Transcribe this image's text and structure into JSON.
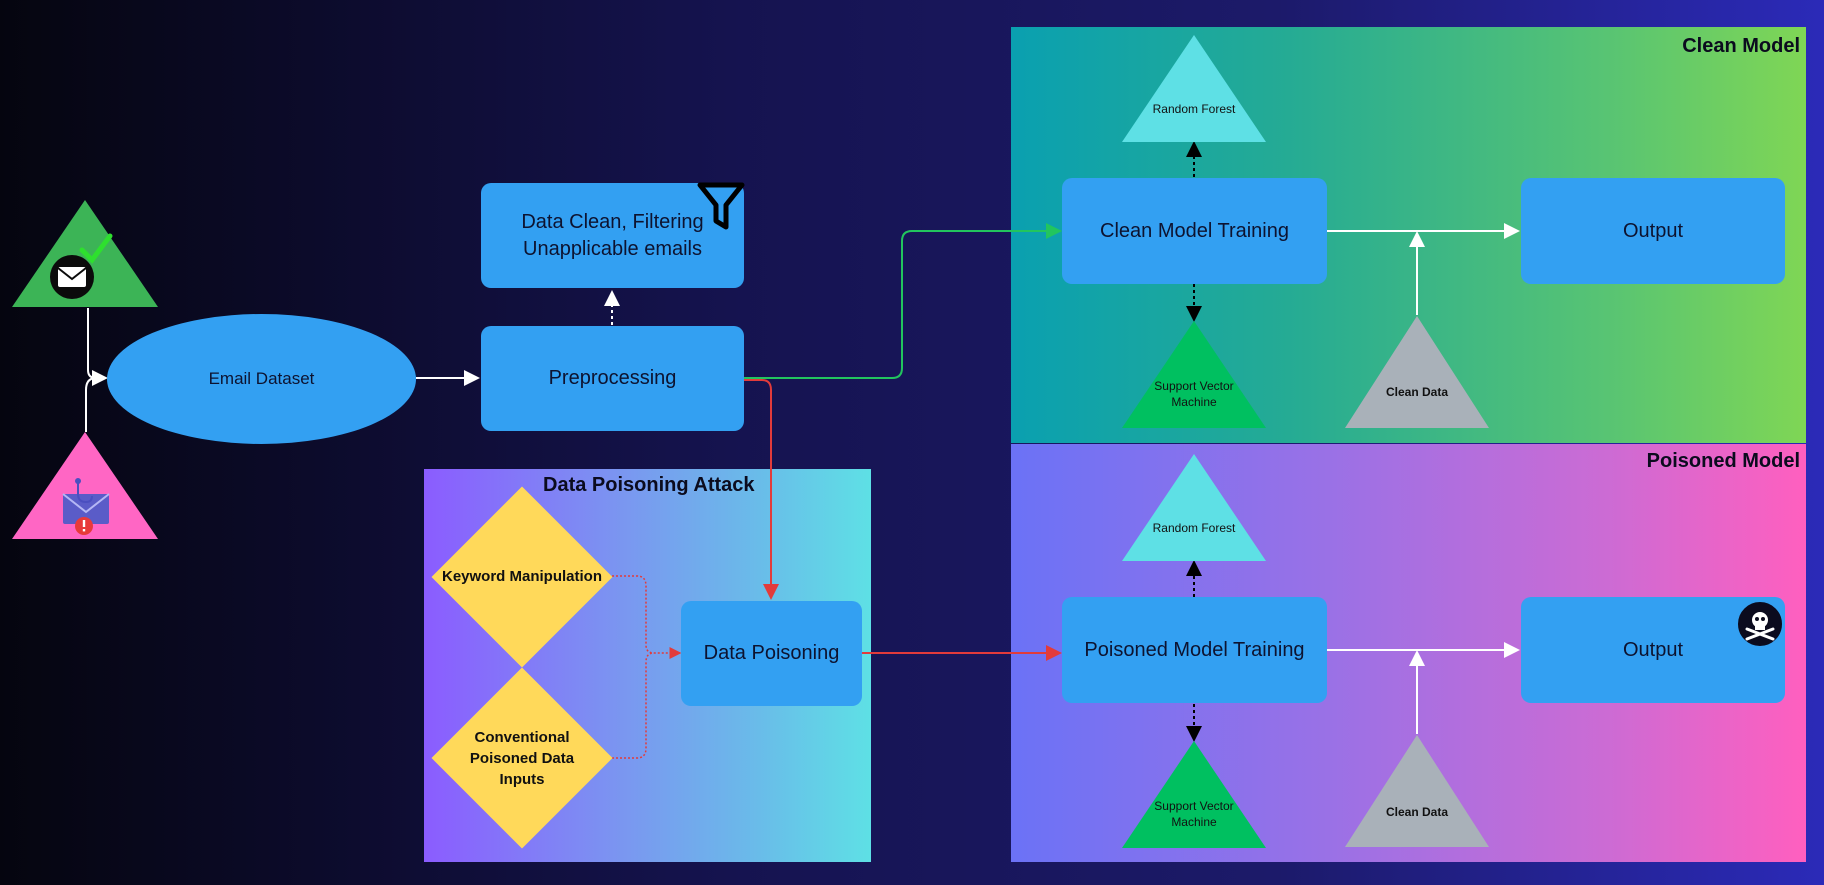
{
  "panels": {
    "clean_title": "Clean Model",
    "poisoned_title": "Poisoned Model",
    "attack_title": "Data Poisoning Attack"
  },
  "nodes": {
    "email_dataset": "Email Dataset",
    "preprocessing": "Preprocessing",
    "data_clean": "Data Clean, Filtering Unapplicable emails",
    "data_poisoning": "Data Poisoning",
    "keyword_manipulation": "Keyword Manipulation",
    "conventional_inputs": "Conventional Poisoned Data Inputs",
    "clean_training": "Clean Model Training",
    "poisoned_training": "Poisoned Model Training",
    "clean_output": "Output",
    "poisoned_output": "Output",
    "clean_random_forest": "Random Forest",
    "clean_svm": "Support Vector Machine",
    "clean_clean_data": "Clean Data",
    "poison_random_forest": "Random Forest",
    "poison_svm": "Support Vector Machine",
    "poison_clean_data": "Clean Data"
  },
  "icons": {
    "legit_email": "envelope-check-icon",
    "phishing_email": "envelope-hook-alert-icon",
    "filter": "funnel-icon",
    "skull": "skull-crossbones-icon"
  },
  "colors": {
    "node_blue": "#33a0f2",
    "diamond_yellow": "#ffd95a",
    "green_edge": "#22c55e",
    "red_edge": "#e23b3b",
    "triangle_rf": "#5ee0e5",
    "triangle_svm": "#00c060",
    "triangle_data": "#a9b1b9"
  }
}
